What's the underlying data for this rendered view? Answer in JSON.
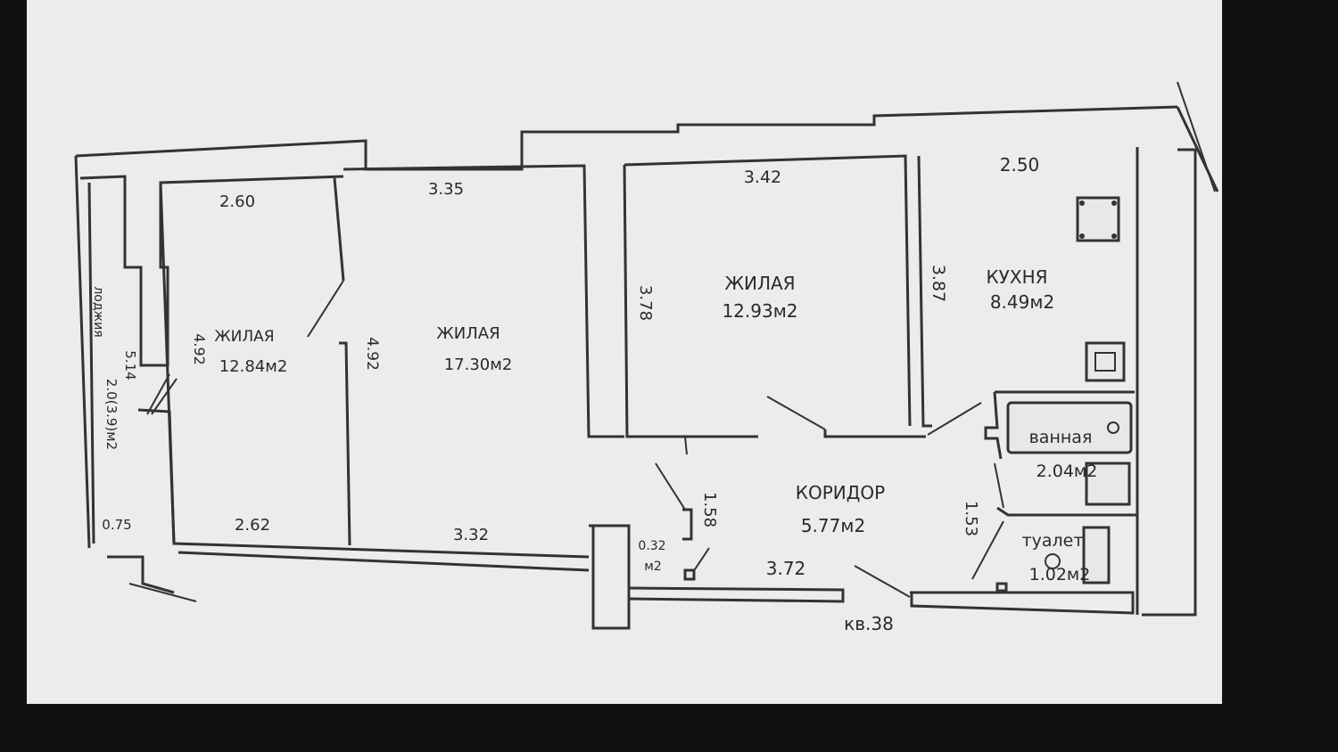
{
  "colors": {
    "paper": "#ececea",
    "ink": "#2a2a2a",
    "background": "#111111"
  },
  "rooms": {
    "living1": {
      "name": "ЖИЛАЯ",
      "area": "12.84м2",
      "width_top": "2.60",
      "width_bottom": "2.62",
      "depth": "4.92"
    },
    "living2": {
      "name": "ЖИЛАЯ",
      "area": "17.30м2",
      "width_top": "3.35",
      "width_bottom": "3.32",
      "depth": "4.92"
    },
    "living3": {
      "name": "ЖИЛАЯ",
      "area": "12.93м2",
      "width_top": "3.42",
      "depth": "3.78"
    },
    "kitchen": {
      "name": "КУХНЯ",
      "area": "8.49м2",
      "width_top": "2.50",
      "depth": "3.87"
    },
    "corridor": {
      "name": "КОРИДОР",
      "area": "5.77м2",
      "width_bottom": "3.72",
      "depth_left": "1.58",
      "depth_right": "1.53"
    },
    "bathroom": {
      "name": "ванная",
      "area": "2.04м2"
    },
    "toilet": {
      "name": "туалет",
      "area": "1.02м2"
    },
    "closet": {
      "area": "0.32",
      "unit": "м2"
    },
    "loggia": {
      "name": "лоджия",
      "area": "2.0(3.9)м2",
      "length": "5.14",
      "width": "0.75"
    }
  },
  "apartment_label": "кв.38"
}
